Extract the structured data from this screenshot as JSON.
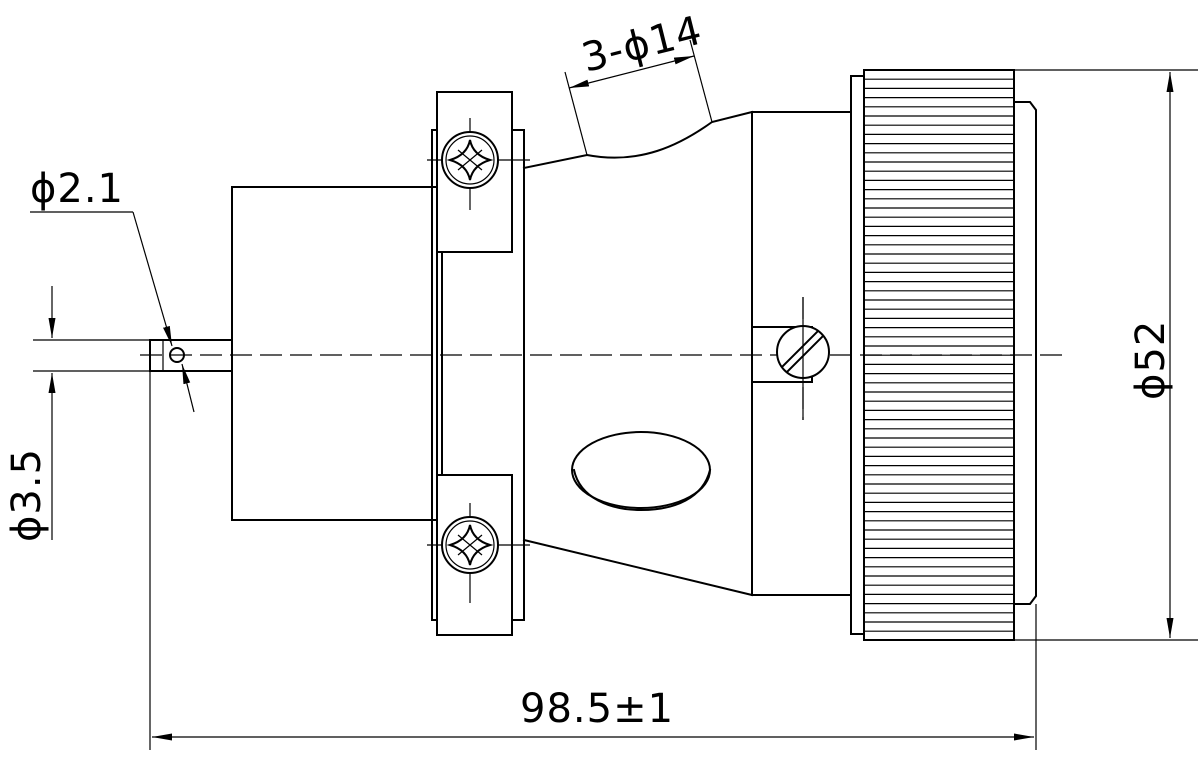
{
  "dimensions": {
    "length": "98.5±1",
    "outer_diameter": "ϕ52",
    "cable_entry": "3-ϕ14",
    "pin_small": "ϕ2.1",
    "pin_large": "ϕ3.5"
  },
  "colors": {
    "line": "#000000",
    "background": "#ffffff"
  }
}
